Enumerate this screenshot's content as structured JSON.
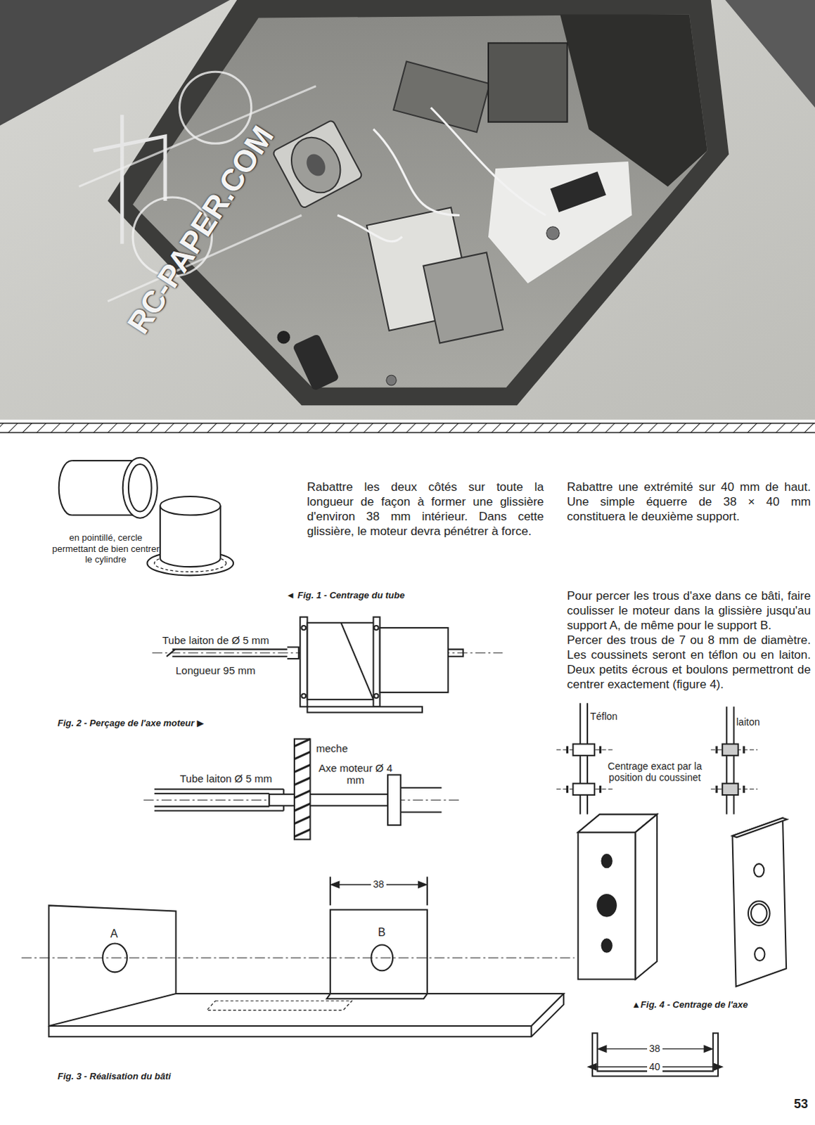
{
  "diagram": {
    "labels": [
      "RC-PAPER.COM",
      "en pointillé, cercle permettant de bien centrer le cylindre",
      "Rabattre les deux côtés sur toute la longueur de façon à former une glissière d'environ 38 mm intérieur. Dans cette glissière, le moteur devra pénétrer à force.",
      "Rabattre une extrémité sur 40 mm de haut. Une simple équerre de 38 × 40 mm constituera le deuxième support.",
      "Pour percer les trous d'axe dans ce bâti, faire coulisser le moteur dans la glissière jusqu'au support A, de même pour le support B.",
      "Percer des trous de 7 ou 8 mm de diamètre. Les coussinets seront en téflon ou en laiton. Deux petits écrous et boulons permettront de centrer exactement (figure 4).",
      "◄ Fig. 1 - Centrage du tube",
      "Tube laiton de Ø 5 mm",
      "Longueur 95 mm",
      "Fig. 2 - Perçage de l'axe moteur ▶",
      "meche",
      "Tube laiton Ø 5 mm",
      "Axe moteur Ø 4 mm",
      "Téflon",
      "laiton",
      "Centrage exact par la position du coussinet",
      "38",
      "A",
      "B",
      "▲Fig. 4 - Centrage de l'axe",
      "38",
      "40",
      "Fig. 3 - Réalisation du bâti",
      "53"
    ]
  }
}
